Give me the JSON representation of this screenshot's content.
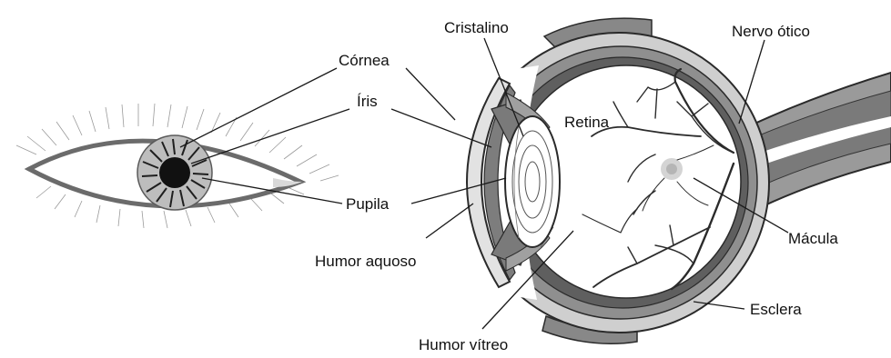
{
  "diagram": {
    "labels": {
      "cornea": "Córnea",
      "iris": "Íris",
      "pupila": "Pupila",
      "humor_aquoso": "Humor aquoso",
      "cristalino": "Cristalino",
      "retina": "Retina",
      "nervo_otico": "Nervo ótico",
      "macula": "Mácula",
      "esclera": "Esclera",
      "humor_vitreo": "Humor vítreo"
    },
    "colors": {
      "sclera_outer": "#c9c9c9",
      "sclera_mid": "#8c8c8c",
      "choroid_dark": "#5e5e5e",
      "vitreous": "#ffffff",
      "iris_gray": "#b5b5b5",
      "pupil": "#111111",
      "vessels": "#2b2b2b"
    }
  }
}
